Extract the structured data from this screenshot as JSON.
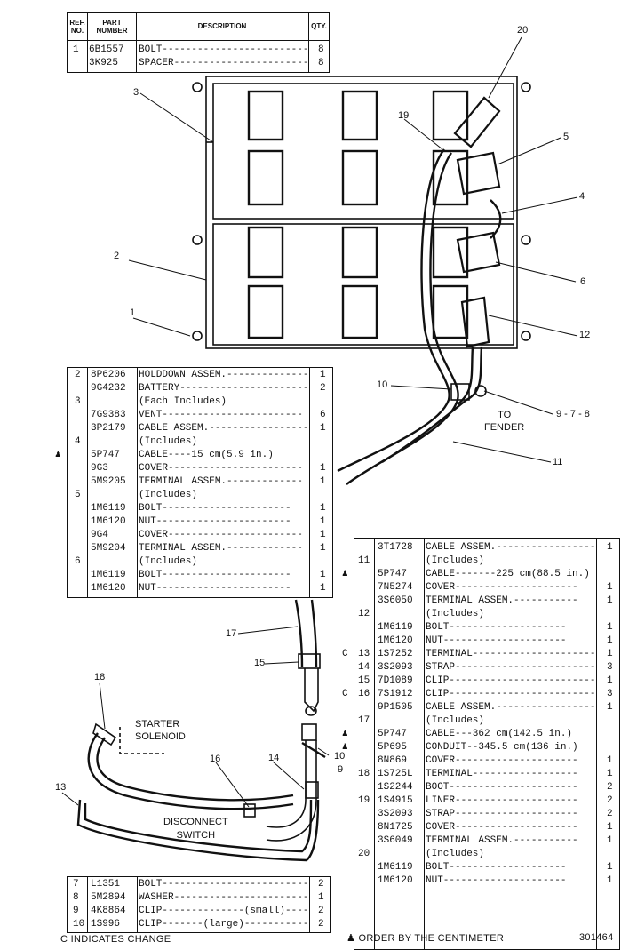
{
  "header_table": {
    "headers": {
      "ref": "REF. NO.",
      "part": "PART NUMBER",
      "desc": "DESCRIPTION",
      "qty": "QTY."
    },
    "rows": [
      {
        "ref": "1",
        "part": "6B1557",
        "desc": "BOLT------------------------------------",
        "qty": "8"
      },
      {
        "ref": "",
        "part": "3K925",
        "desc": "SPACER----------------------------------",
        "qty": "8"
      }
    ]
  },
  "left_table": {
    "rows": [
      {
        "mark": "",
        "ref": "2",
        "part": "8P6206",
        "desc": "HOLDDOWN ASSEM.----------------",
        "qty": "1"
      },
      {
        "mark": "",
        "ref": "",
        "part": "9G4232",
        "desc": "BATTERY------------------------",
        "qty": "2"
      },
      {
        "mark": "",
        "ref": "3",
        "part": "",
        "desc": "   (Each Includes)",
        "qty": ""
      },
      {
        "mark": "",
        "ref": "",
        "part": "7G9383",
        "desc": "   VENT------------------------",
        "qty": "6"
      },
      {
        "mark": "",
        "ref": "",
        "part": "3P2179",
        "desc": "CABLE ASSEM.-------------------",
        "qty": "1"
      },
      {
        "mark": "",
        "ref": "4",
        "part": "",
        "desc": "   (Includes)",
        "qty": ""
      },
      {
        "mark": "♟",
        "ref": "",
        "part": "5P747",
        "desc": "   CABLE----15 cm(5.9 in.)",
        "qty": ""
      },
      {
        "mark": "",
        "ref": "",
        "part": "9G3",
        "desc": "   COVER-----------------------",
        "qty": "1"
      },
      {
        "mark": "",
        "ref": "",
        "part": "5M9205",
        "desc": "   TERMINAL ASSEM.-------------",
        "qty": "1"
      },
      {
        "mark": "",
        "ref": "5",
        "part": "",
        "desc": "     (Includes)",
        "qty": ""
      },
      {
        "mark": "",
        "ref": "",
        "part": "1M6119",
        "desc": "     BOLT----------------------",
        "qty": "1"
      },
      {
        "mark": "",
        "ref": "",
        "part": "1M6120",
        "desc": "     NUT-----------------------",
        "qty": "1"
      },
      {
        "mark": "",
        "ref": "",
        "part": "9G4",
        "desc": "   COVER-----------------------",
        "qty": "1"
      },
      {
        "mark": "",
        "ref": "",
        "part": "5M9204",
        "desc": "   TERMINAL ASSEM.-------------",
        "qty": "1"
      },
      {
        "mark": "",
        "ref": "6",
        "part": "",
        "desc": "     (Includes)",
        "qty": ""
      },
      {
        "mark": "",
        "ref": "",
        "part": "1M6119",
        "desc": "     BOLT----------------------",
        "qty": "1"
      },
      {
        "mark": "",
        "ref": "",
        "part": "1M6120",
        "desc": "     NUT-----------------------",
        "qty": "1"
      }
    ]
  },
  "right_table": {
    "rows": [
      {
        "mark": "",
        "ref": "",
        "part": "3T1728",
        "desc": "CABLE ASSEM.-----------------",
        "qty": "1"
      },
      {
        "mark": "",
        "ref": "11",
        "part": "",
        "desc": "   (Includes)",
        "qty": ""
      },
      {
        "mark": "♟",
        "ref": "",
        "part": "5P747",
        "desc": "   CABLE-------225 cm(88.5 in.)",
        "qty": ""
      },
      {
        "mark": "",
        "ref": "",
        "part": "7N5274",
        "desc": "   COVER---------------------",
        "qty": "1"
      },
      {
        "mark": "",
        "ref": "",
        "part": "3S6050",
        "desc": "   TERMINAL ASSEM.-----------",
        "qty": "1"
      },
      {
        "mark": "",
        "ref": "12",
        "part": "",
        "desc": "     (Includes)",
        "qty": ""
      },
      {
        "mark": "",
        "ref": "",
        "part": "1M6119",
        "desc": "     BOLT--------------------",
        "qty": "1"
      },
      {
        "mark": "",
        "ref": "",
        "part": "1M6120",
        "desc": "     NUT---------------------",
        "qty": "1"
      },
      {
        "mark": "C",
        "ref": "13",
        "part": "1S7252",
        "desc": "TERMINAL---------------------",
        "qty": "1"
      },
      {
        "mark": "",
        "ref": "14",
        "part": "3S2093",
        "desc": "STRAP------------------------",
        "qty": "3"
      },
      {
        "mark": "",
        "ref": "15",
        "part": "7D1089",
        "desc": "CLIP-------------------------",
        "qty": "1"
      },
      {
        "mark": "C",
        "ref": "16",
        "part": "7S1912",
        "desc": "CLIP-------------------------",
        "qty": "3"
      },
      {
        "mark": "",
        "ref": "",
        "part": "9P1505",
        "desc": "CABLE ASSEM.-----------------",
        "qty": "1"
      },
      {
        "mark": "",
        "ref": "17",
        "part": "",
        "desc": "   (Includes)",
        "qty": ""
      },
      {
        "mark": "♟",
        "ref": "",
        "part": "5P747",
        "desc": "   CABLE---362 cm(142.5 in.)",
        "qty": ""
      },
      {
        "mark": "♟",
        "ref": "",
        "part": "5P695",
        "desc": "   CONDUIT--345.5 cm(136 in.)",
        "qty": ""
      },
      {
        "mark": "",
        "ref": "",
        "part": "8N869",
        "desc": "   COVER---------------------",
        "qty": "1"
      },
      {
        "mark": "",
        "ref": "18",
        "part": "1S725L",
        "desc": "   TERMINAL------------------",
        "qty": "1"
      },
      {
        "mark": "",
        "ref": "",
        "part": "1S2244",
        "desc": "   BOOT----------------------",
        "qty": "2"
      },
      {
        "mark": "",
        "ref": "19",
        "part": "1S4915",
        "desc": "   LINER---------------------",
        "qty": "2"
      },
      {
        "mark": "",
        "ref": "",
        "part": "3S2093",
        "desc": "   STRAP---------------------",
        "qty": "2"
      },
      {
        "mark": "",
        "ref": "",
        "part": "8N1725",
        "desc": "   COVER---------------------",
        "qty": "1"
      },
      {
        "mark": "",
        "ref": "",
        "part": "3S6049",
        "desc": "   TERMINAL ASSEM.-----------",
        "qty": "1"
      },
      {
        "mark": "",
        "ref": "20",
        "part": "",
        "desc": "     (Includes)",
        "qty": ""
      },
      {
        "mark": "",
        "ref": "",
        "part": "1M6119",
        "desc": "     BOLT--------------------",
        "qty": "1"
      },
      {
        "mark": "",
        "ref": "",
        "part": "1M6120",
        "desc": "     NUT---------------------",
        "qty": "1"
      }
    ]
  },
  "bottom_table": {
    "rows": [
      {
        "ref": "7",
        "part": "L1351",
        "desc": "BOLT-----------------------------",
        "qty": "2"
      },
      {
        "ref": "8",
        "part": "5M2894",
        "desc": "WASHER---------------------------",
        "qty": "1"
      },
      {
        "ref": "9",
        "part": "4K8864",
        "desc": "CLIP--------------(small)-------",
        "qty": "2"
      },
      {
        "ref": "10",
        "part": "1S996",
        "desc": "CLIP-------(large)--------------",
        "qty": "2"
      }
    ]
  },
  "callouts": {
    "c1": "1",
    "c2": "2",
    "c3": "3",
    "c4": "4",
    "c5": "5",
    "c6": "6",
    "c10": "10",
    "c11": "11",
    "c12": "12",
    "c13": "13",
    "c14": "14",
    "c15": "15",
    "c16": "16",
    "c17": "17",
    "c18": "18",
    "c19": "19",
    "c20": "20",
    "c978": "9 - 7 - 8",
    "c10b": "10",
    "c9b": "9"
  },
  "labels": {
    "to_fender": "TO\nFENDER",
    "starter_solenoid": "STARTER\nSOLENOID",
    "disconnect_switch": "DISCONNECT\nSWITCH"
  },
  "footer": {
    "change_note": "C INDICATES CHANGE",
    "order_note": "♟ ORDER BY THE CENTIMETER",
    "figure_number": "301464"
  }
}
